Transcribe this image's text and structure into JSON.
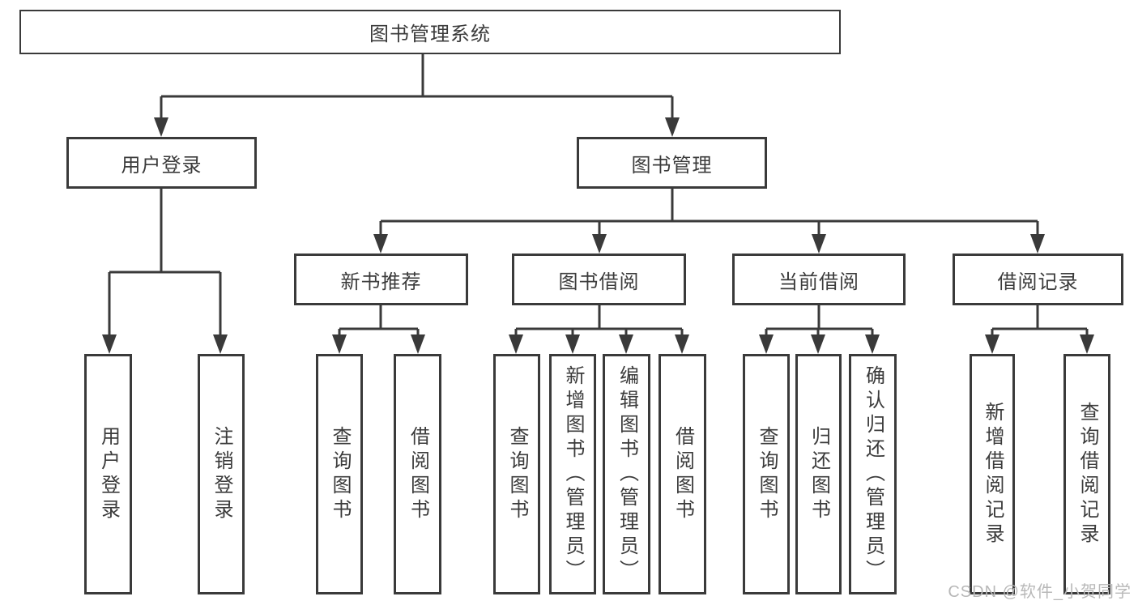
{
  "diagram": {
    "root": {
      "label": "图书管理系统"
    },
    "level2": [
      {
        "label": "用户登录",
        "children": [
          {
            "label": "用户登录"
          },
          {
            "label": "注销登录"
          }
        ]
      },
      {
        "label": "图书管理",
        "children": [
          {
            "label": "新书推荐",
            "children": [
              {
                "label": "查询图书"
              },
              {
                "label": "借阅图书"
              }
            ]
          },
          {
            "label": "图书借阅",
            "children": [
              {
                "label": "查询图书"
              },
              {
                "label": "新增图书（管理员）"
              },
              {
                "label": "编辑图书（管理员）"
              },
              {
                "label": "借阅图书"
              }
            ]
          },
          {
            "label": "当前借阅",
            "children": [
              {
                "label": "查询图书"
              },
              {
                "label": "归还图书"
              },
              {
                "label": "确认归还（管理员）"
              }
            ]
          },
          {
            "label": "借阅记录",
            "children": [
              {
                "label": "新增借阅记录"
              },
              {
                "label": "查询借阅记录"
              }
            ]
          }
        ]
      }
    ]
  },
  "watermark": {
    "text": "CSDN @软件_小贺同学"
  },
  "colors": {
    "line": "#3a3a3a",
    "text": "#3b3b3b",
    "background": "#ffffff",
    "watermark": "#b8b8b8"
  }
}
